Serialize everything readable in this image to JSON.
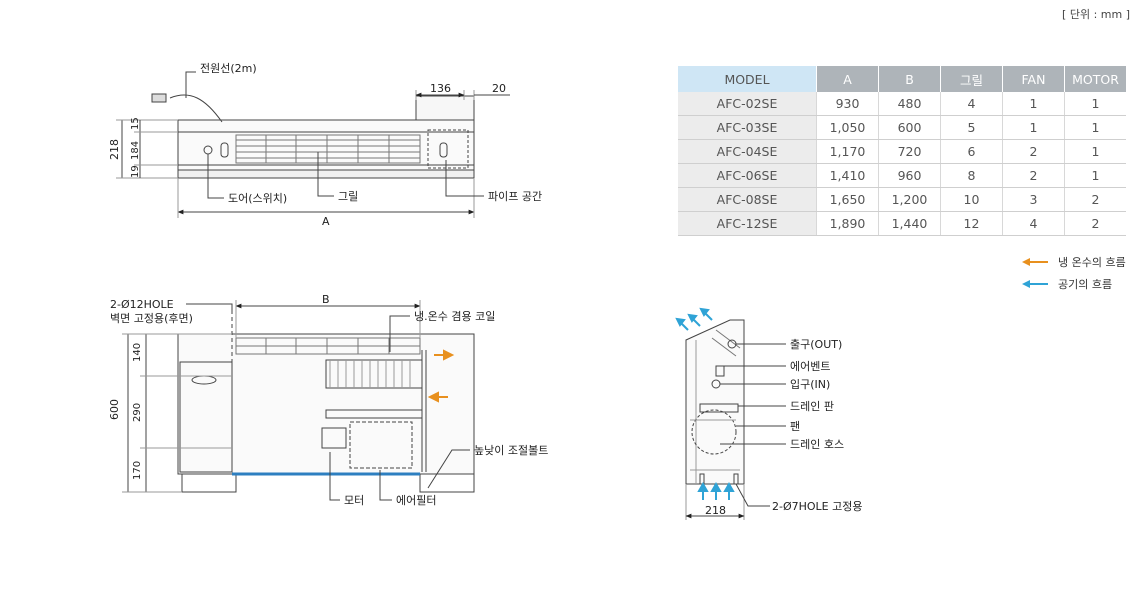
{
  "unit_label": "[ 단위 : mm ]",
  "colors": {
    "header_model_bg": "#cfe6f5",
    "header_bg": "#aeb4b9",
    "model_cell_bg": "#ececec",
    "coolant_arrow": "#e8901e",
    "air_arrow": "#2fa3d6"
  },
  "front_view": {
    "power_cable": "전원선(2m)",
    "door_switch": "도어(스위치)",
    "grille": "그릴",
    "pipe_space": "파이프 공간",
    "dim_A": "A",
    "dim_136": "136",
    "dim_20": "20",
    "dim_218": "218",
    "dim_15": "15",
    "dim_184": "184",
    "dim_19": "19"
  },
  "inner_view": {
    "hole_label": "2-Ø12HOLE",
    "wall_fix": "벽면 고정용(후면)",
    "dim_B": "B",
    "coil": "냉.온수 겸용 코일",
    "height_bolt": "높낮이 조절볼트",
    "motor": "모터",
    "air_filter": "에어필터",
    "dim_600": "600",
    "dim_140": "140",
    "dim_290": "290",
    "dim_170": "170"
  },
  "side_view": {
    "outlet": "출구(OUT)",
    "air_vent": "에어벤트",
    "inlet": "입구(IN)",
    "drain_pan": "드레인 판",
    "fan": "팬",
    "drain_hose": "드레인 호스",
    "hole_fix": "2-Ø7HOLE 고정용",
    "dim_218": "218"
  },
  "spec_table": {
    "headers": [
      "MODEL",
      "A",
      "B",
      "그릴",
      "FAN",
      "MOTOR"
    ],
    "rows": [
      [
        "AFC-02SE",
        "930",
        "480",
        "4",
        "1",
        "1"
      ],
      [
        "AFC-03SE",
        "1,050",
        "600",
        "5",
        "1",
        "1"
      ],
      [
        "AFC-04SE",
        "1,170",
        "720",
        "6",
        "2",
        "1"
      ],
      [
        "AFC-06SE",
        "1,410",
        "960",
        "8",
        "2",
        "1"
      ],
      [
        "AFC-08SE",
        "1,650",
        "1,200",
        "10",
        "3",
        "2"
      ],
      [
        "AFC-12SE",
        "1,890",
        "1,440",
        "12",
        "4",
        "2"
      ]
    ]
  },
  "legend": {
    "coolant_flow": "냉 온수의 흐름",
    "air_flow": "공기의 흐름"
  }
}
